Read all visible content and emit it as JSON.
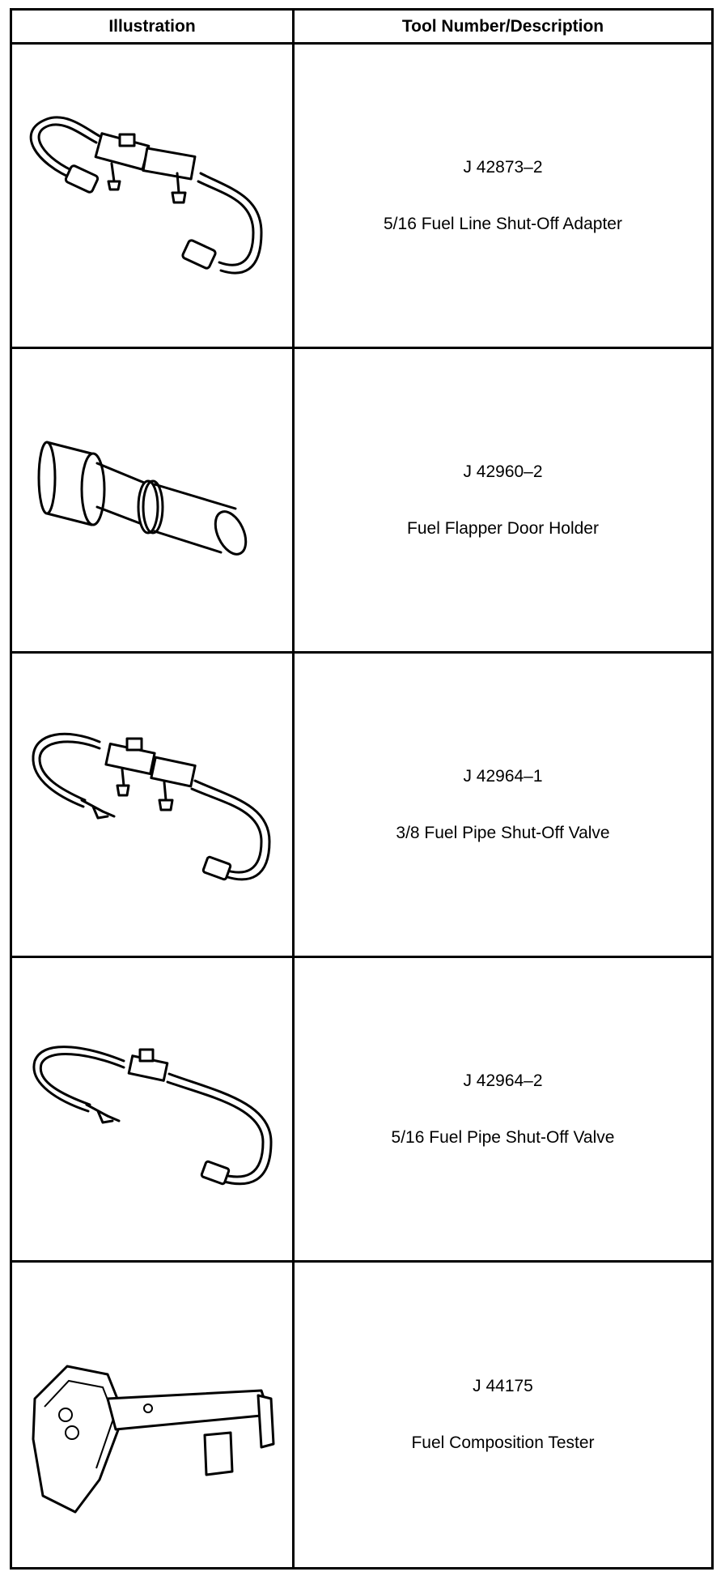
{
  "table": {
    "header": {
      "illustration": "Illustration",
      "tool": "Tool Number/Description"
    },
    "rows": [
      {
        "number": "J 42873–2",
        "description": "5/16 Fuel Line Shut-Off Adapter",
        "icon": "fuel-line-shut-off-adapter-icon"
      },
      {
        "number": "J 42960–2",
        "description": "Fuel Flapper Door Holder",
        "icon": "fuel-flapper-door-holder-icon"
      },
      {
        "number": "J 42964–1",
        "description": "3/8 Fuel Pipe Shut-Off Valve",
        "icon": "fuel-pipe-shut-off-valve-icon"
      },
      {
        "number": "J 42964–2",
        "description": "5/16 Fuel Pipe Shut-Off Valve",
        "icon": "fuel-pipe-shut-off-valve-icon"
      },
      {
        "number": "J 44175",
        "description": "Fuel Composition Tester",
        "icon": "fuel-composition-tester-icon"
      }
    ]
  }
}
